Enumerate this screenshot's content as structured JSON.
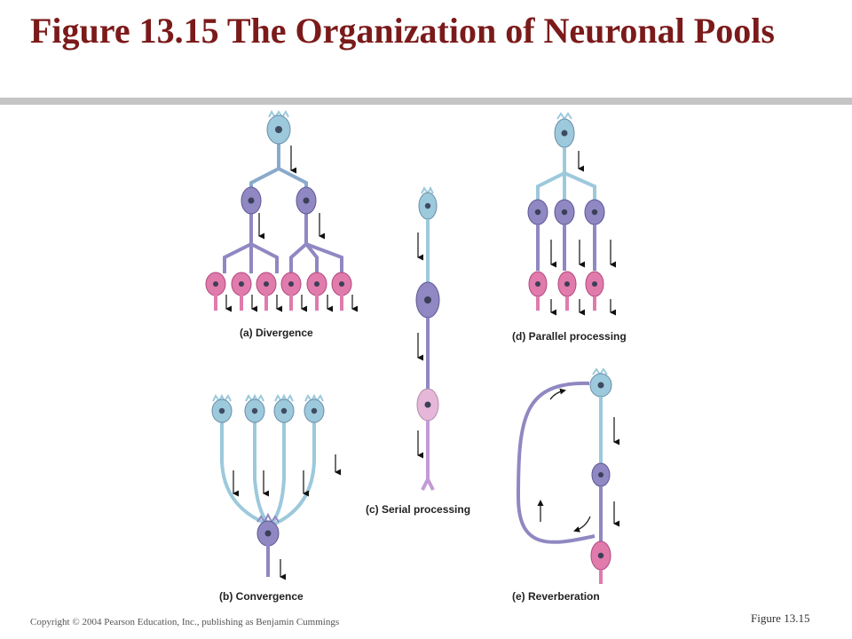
{
  "title": "Figure 13.15  The Organization of Neuronal Pools",
  "panels": {
    "a": "(a) Divergence",
    "b": "(b) Convergence",
    "c": "(c) Serial  processing",
    "d": "(d) Parallel processing",
    "e": "(e) Reverberation"
  },
  "footer": {
    "copyright": "Copyright © 2004 Pearson Education, Inc., publishing as Benjamin Cummings",
    "figure_ref": "Figure 13.15"
  },
  "colors": {
    "title": "#7b1a1a",
    "rule": "#c4c4c4",
    "neuron_blue": "#9cc9dc",
    "neuron_purple": "#8f88c2",
    "neuron_pink": "#e07bac",
    "neuron_lightpink": "#e6b7d8"
  }
}
